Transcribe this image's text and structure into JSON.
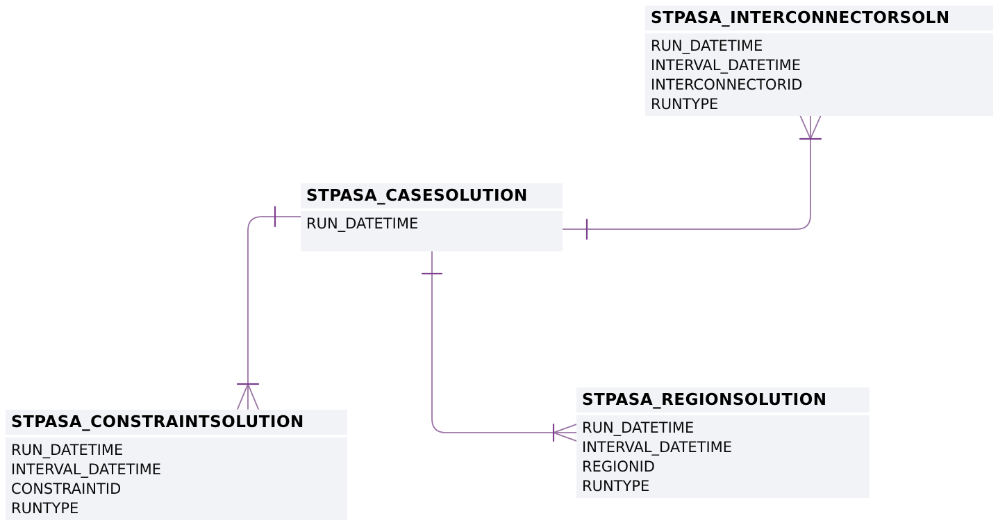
{
  "diagram": {
    "type": "entity-relationship",
    "entities": [
      {
        "name": "STPASA_CASESOLUTION",
        "fields": [
          "RUN_DATETIME"
        ]
      },
      {
        "name": "STPASA_INTERCONNECTORSOLN",
        "fields": [
          "RUN_DATETIME",
          "INTERVAL_DATETIME",
          "INTERCONNECTORID",
          "RUNTYPE"
        ]
      },
      {
        "name": "STPASA_CONSTRAINTSOLUTION",
        "fields": [
          "RUN_DATETIME",
          "INTERVAL_DATETIME",
          "CONSTRAINTID",
          "RUNTYPE"
        ]
      },
      {
        "name": "STPASA_REGIONSOLUTION",
        "fields": [
          "RUN_DATETIME",
          "INTERVAL_DATETIME",
          "REGIONID",
          "RUNTYPE"
        ]
      }
    ],
    "relationships": [
      {
        "from": "STPASA_CASESOLUTION",
        "to": "STPASA_CONSTRAINTSOLUTION",
        "from_cardinality": "one",
        "to_cardinality": "one-or-many",
        "notation": "crow-foot"
      },
      {
        "from": "STPASA_CASESOLUTION",
        "to": "STPASA_INTERCONNECTORSOLN",
        "from_cardinality": "one",
        "to_cardinality": "one-or-many",
        "notation": "crow-foot"
      },
      {
        "from": "STPASA_CASESOLUTION",
        "to": "STPASA_REGIONSOLUTION",
        "from_cardinality": "one",
        "to_cardinality": "one-or-many",
        "notation": "crow-foot"
      }
    ],
    "colors": {
      "page_background": "#ffffff",
      "entity_background": "#f2f3f7",
      "entity_title_text": "#000000",
      "entity_field_text": "#0a0a0a",
      "relationship_line": "#9b74a6",
      "cardinality_tick": "#7d3f8e"
    }
  }
}
